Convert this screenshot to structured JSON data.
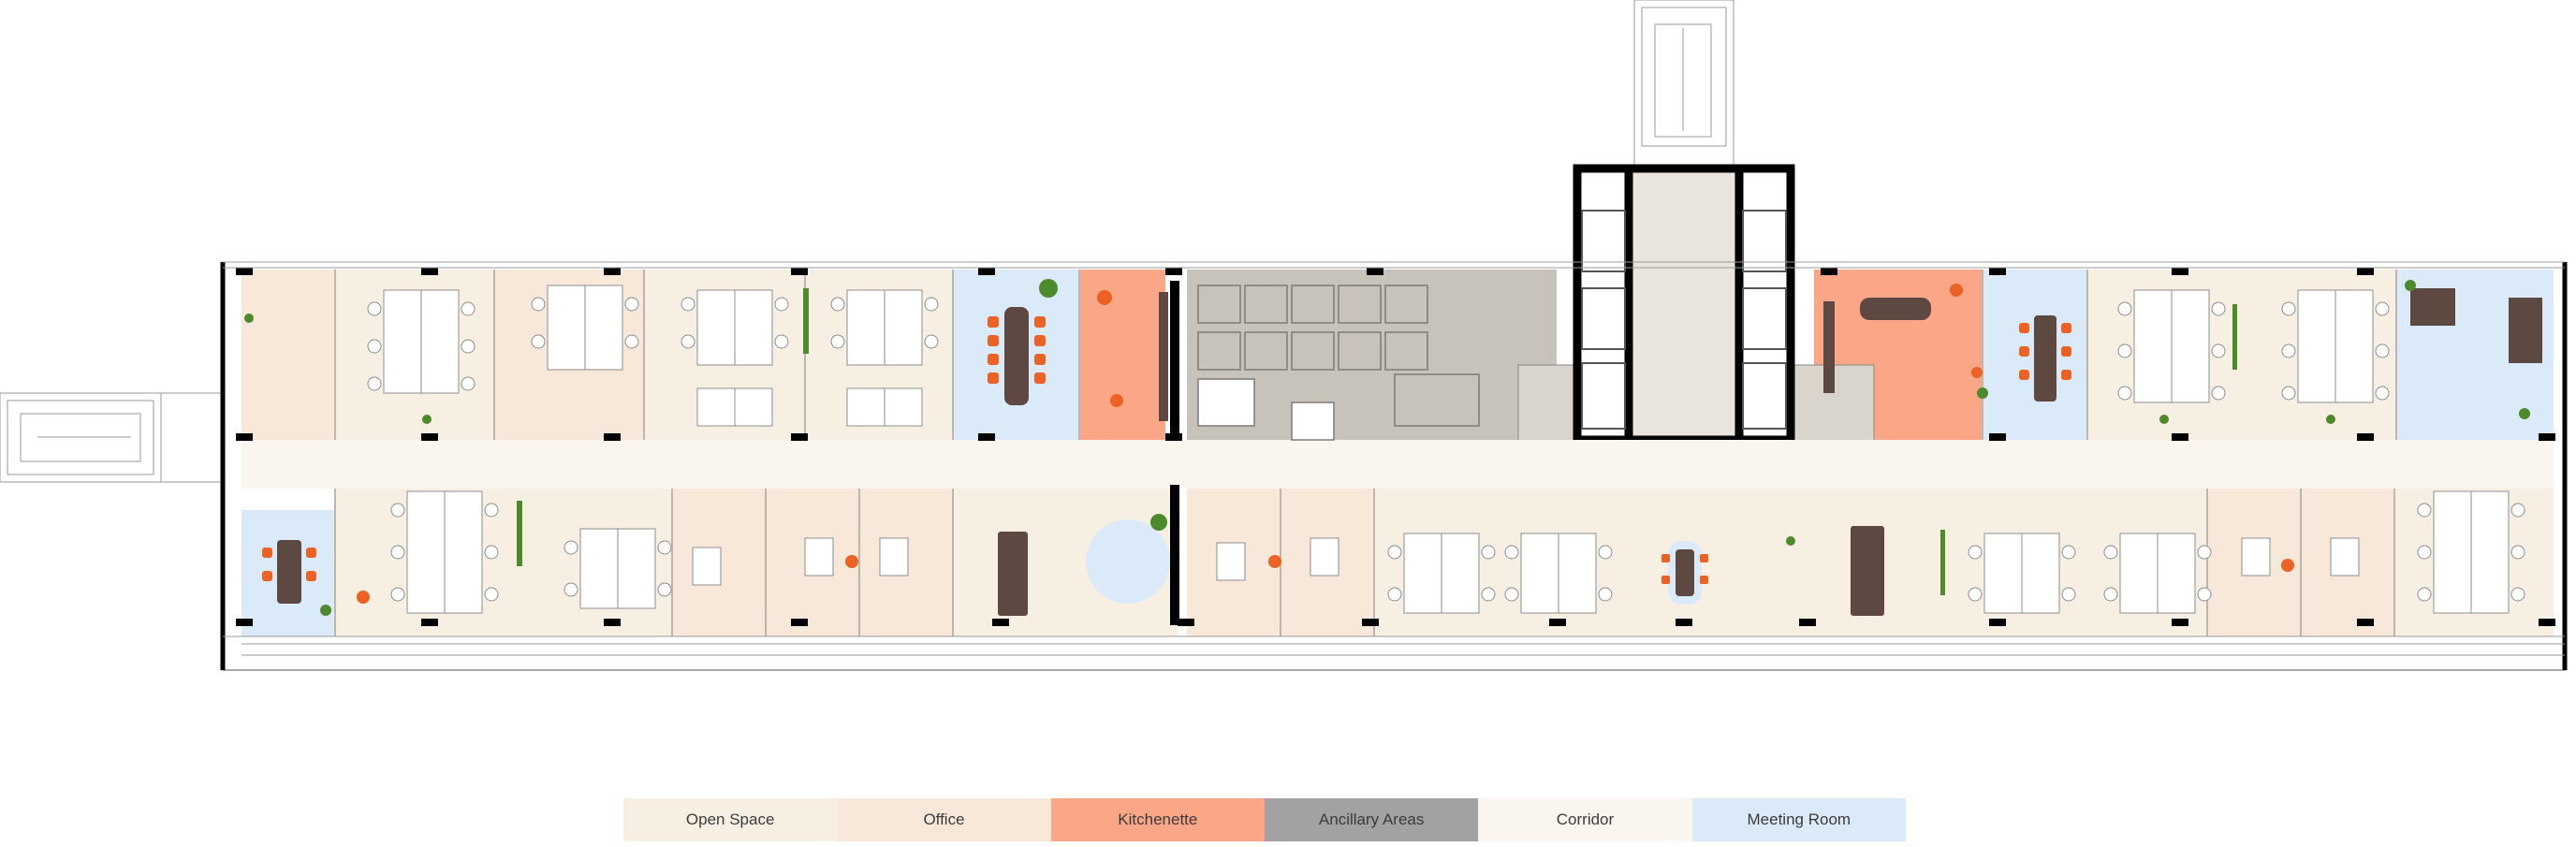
{
  "legend": [
    {
      "label": "Open Space",
      "color": "#f8efe3"
    },
    {
      "label": "Office",
      "color": "#f8e8da"
    },
    {
      "label": "Kitchenette",
      "color": "#fba687"
    },
    {
      "label": "Ancillary Areas",
      "color": "#a2a2a2"
    },
    {
      "label": "Corridor",
      "color": "#faf6ef"
    },
    {
      "label": "Meeting Room",
      "color": "#dbeaf8"
    }
  ],
  "colors": {
    "open_space": "#f8efe3",
    "office": "#f8e8da",
    "kitchenette": "#fba687",
    "ancillary": "#c7c3bb",
    "corridor": "#faf6ef",
    "meeting_room": "#dbeaf8",
    "wall": "#000000",
    "accent_chair": "#ec6224",
    "table_wood": "#5e4842",
    "plant": "#4d8a2c"
  }
}
